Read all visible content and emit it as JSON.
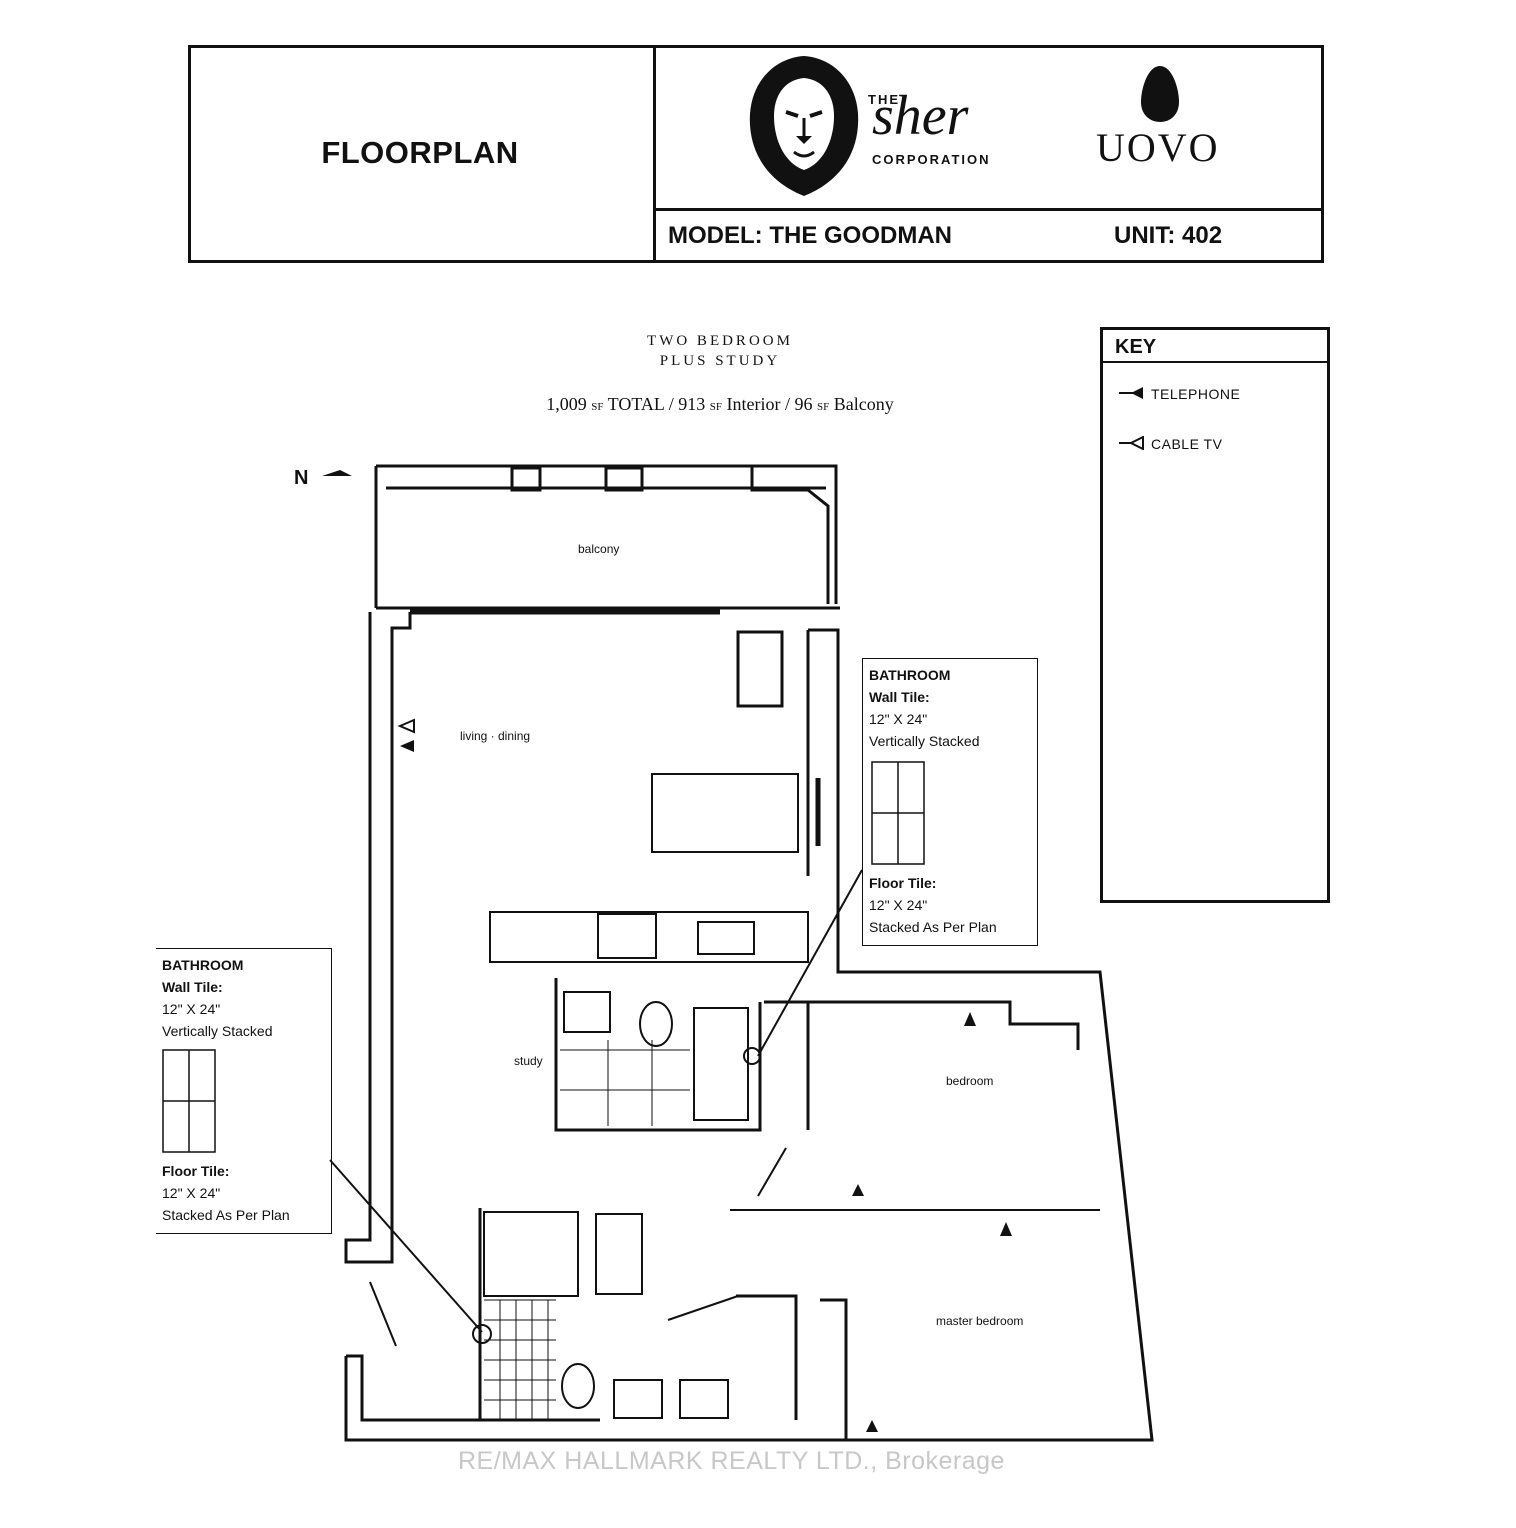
{
  "header": {
    "title": "FLOORPLAN",
    "model_label": "MODEL:",
    "model_name": "THE GOODMAN",
    "unit_label": "UNIT:",
    "unit_number": "402",
    "developer_logo": {
      "the": "THE",
      "name": "sher",
      "corporation": "CORPORATION",
      "icon": "lion-logo-icon"
    },
    "project_logo": {
      "name": "UOVO",
      "icon": "egg-logo-icon"
    }
  },
  "plan": {
    "subtitle_line1": "TWO BEDROOM",
    "subtitle_line2": "PLUS STUDY",
    "area_total": "1,009",
    "area_total_label": "TOTAL",
    "area_interior": "913",
    "area_interior_label": "Interior",
    "area_balcony": "96",
    "area_balcony_label": "Balcony",
    "sf_unit": "SF",
    "separator": "/",
    "north_indicator": "N"
  },
  "key": {
    "title": "KEY",
    "items": [
      {
        "label": "TELEPHONE",
        "icon": "telephone-jack-icon"
      },
      {
        "label": "CABLE TV",
        "icon": "cable-tv-jack-icon"
      }
    ]
  },
  "spec_right": {
    "heading": "BATHROOM",
    "wall_label": "Wall Tile:",
    "wall_size": "12\" X 24\"",
    "wall_pattern": "Vertically Stacked",
    "floor_label": "Floor Tile:",
    "floor_size": "12\" X 24\"",
    "floor_pattern": "Stacked As Per Plan"
  },
  "spec_left": {
    "heading": "BATHROOM",
    "wall_label": "Wall Tile:",
    "wall_size": "12\" X 24\"",
    "wall_pattern": "Vertically Stacked",
    "floor_label": "Floor Tile:",
    "floor_size": "12\" X 24\"",
    "floor_pattern": "Stacked As Per Plan"
  },
  "rooms": {
    "balcony": "balcony",
    "living_dining": "living · dining",
    "study": "study",
    "bedroom": "bedroom",
    "master_bedroom": "master bedroom"
  },
  "watermark": "RE/MAX HALLMARK REALTY LTD., Brokerage"
}
